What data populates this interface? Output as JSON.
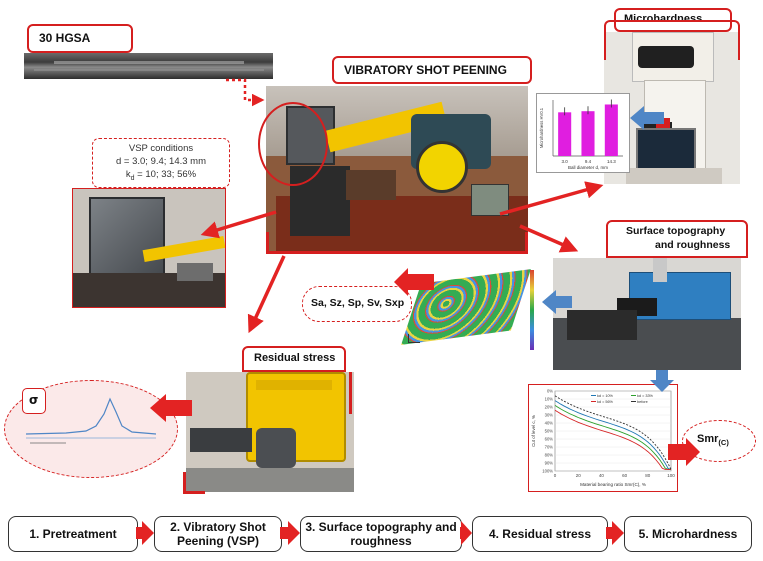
{
  "material": {
    "label": "30 HGSA"
  },
  "center": {
    "title": "VIBRATORY SHOT PEENING"
  },
  "vsp_conditions": {
    "title": "VSP conditions",
    "line_d": "d = 3.0; 9.4; 14.3 mm",
    "line_k_prefix": "k",
    "line_k_sub": "d",
    "line_k_rest": " = 10; 33; 56%"
  },
  "microhardness": {
    "title": "Microhardness",
    "chart_data": {
      "type": "bar",
      "categories": [
        "3.0",
        "9.4",
        "14.3"
      ],
      "values": [
        3.9,
        4.0,
        4.6
      ],
      "ylabel": "Microhardness HV0.1",
      "xlabel": "Ball diameter d, mm",
      "bar_color": "#e01ee0"
    }
  },
  "topography": {
    "title_line1": "Surface topography",
    "title_line2": "and roughness",
    "params_label": "Sa, Sz, Sp, Sv, Sxp"
  },
  "residual": {
    "title": "Residual stress",
    "sigma_label": "σ"
  },
  "bearing": {
    "smr_label": "Smr",
    "smr_sub": "(C)",
    "chart_data": {
      "type": "line",
      "xlabel": "Material bearing ratio Smr(C), %",
      "ylabel": "Cut of level c, %",
      "x_ticks": [
        "0",
        "20",
        "40",
        "60",
        "80",
        "100"
      ],
      "y_ticks": [
        "0%",
        "10%",
        "20%",
        "30%",
        "40%",
        "50%",
        "60%",
        "70%",
        "80%",
        "90%",
        "100%"
      ],
      "legend": [
        "kd = 10%",
        "kd = 33%",
        "kd = 56%",
        "before"
      ],
      "series_colors": [
        "#1f77b4",
        "#2ca02c",
        "#d62728",
        "#333333"
      ]
    }
  },
  "steps": [
    {
      "label": "1. Pretreatment"
    },
    {
      "label": "2. Vibratory Shot Peening (VSP)"
    },
    {
      "label": "3. Surface topography and roughness"
    },
    {
      "label": "4. Residual stress"
    },
    {
      "label": "5. Microhardness"
    }
  ],
  "colors": {
    "accent_red": "#e32323",
    "arrow_blue": "#4f86c6",
    "ellipse_fill": "#fbe9e9"
  }
}
